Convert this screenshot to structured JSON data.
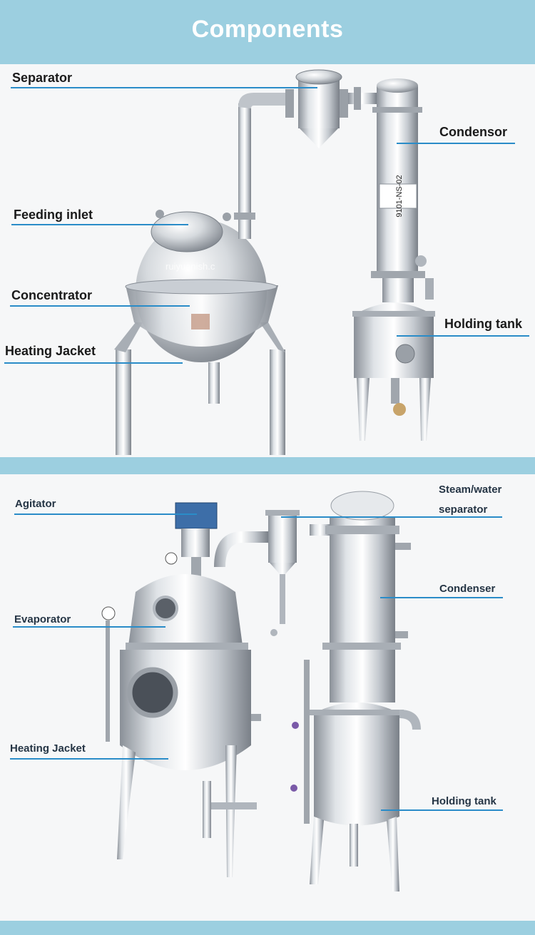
{
  "header": {
    "title": "Components"
  },
  "colors": {
    "band": "#9ccfe0",
    "leader": "#2a8cc8",
    "steel_light": "#eef1f4",
    "steel_dark": "#8a9098"
  },
  "top_diagram": {
    "labels": [
      {
        "id": "separator",
        "text": "Separator"
      },
      {
        "id": "condensor",
        "text": "Condensor"
      },
      {
        "id": "feeding-inlet",
        "text": "Feeding inlet"
      },
      {
        "id": "concentrator",
        "text": "Concentrator"
      },
      {
        "id": "holding-tank",
        "text": "Holding tank"
      },
      {
        "id": "heating-jacket",
        "text": "Heating Jacket"
      }
    ],
    "tag_text": "9101-NS-02",
    "watermark": "ruiyuanish.c"
  },
  "bottom_diagram": {
    "labels": [
      {
        "id": "agitator",
        "text": "Agitator"
      },
      {
        "id": "steam-water-separator-1",
        "text": "Steam/water"
      },
      {
        "id": "steam-water-separator-2",
        "text": "separator"
      },
      {
        "id": "condenser",
        "text": "Condenser"
      },
      {
        "id": "evaporator",
        "text": "Evaporator"
      },
      {
        "id": "heating-jacket",
        "text": "Heating Jacket"
      },
      {
        "id": "holding-tank",
        "text": "Holding tank"
      }
    ]
  }
}
